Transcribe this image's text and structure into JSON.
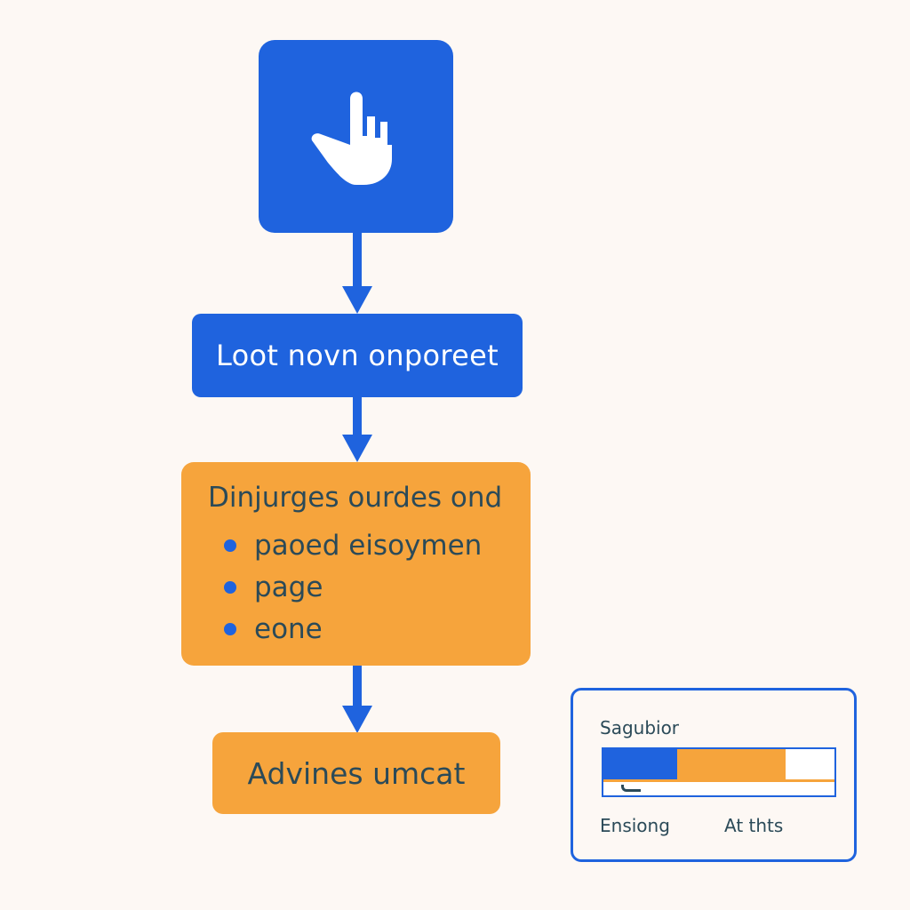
{
  "flow": {
    "start_icon": "pointing-hand-icon",
    "step1_label": "Loot novn onporeet",
    "list_box": {
      "title": "Dinjurges ourdes ond",
      "items": [
        "paoed eisoymen",
        "page",
        "eone"
      ]
    },
    "end_label": "Advines umcat"
  },
  "side_card": {
    "title": "Sagubior",
    "bar": {
      "blue_fraction": 0.32,
      "orange_fraction": 0.47
    },
    "footer_left": "Ensiong",
    "footer_right": "At thts"
  },
  "colors": {
    "blue": "#1f63de",
    "orange": "#f6a43c",
    "text_dark": "#2b4a58",
    "background": "#fdf8f4"
  }
}
